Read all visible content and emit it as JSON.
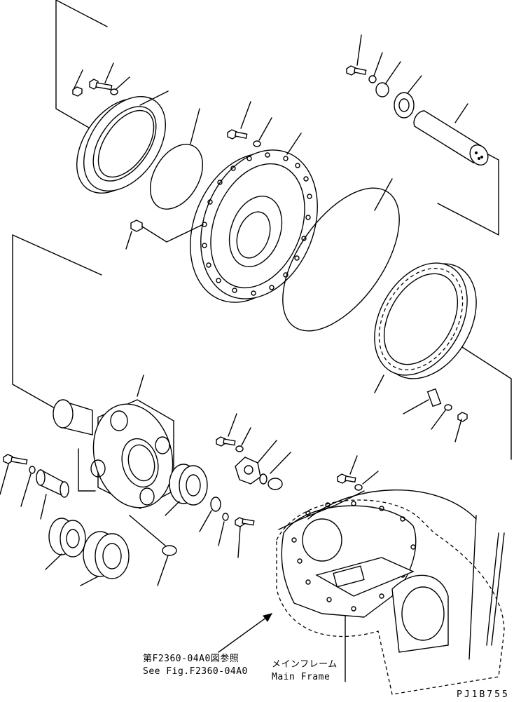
{
  "reference": {
    "line_jp": "第F2360-04A0図参照",
    "line_en": "See Fig.F2360-04A0"
  },
  "main_frame": {
    "line_jp": "メインフレーム",
    "line_en": "Main Frame"
  },
  "figure_code": "PJ1B755"
}
